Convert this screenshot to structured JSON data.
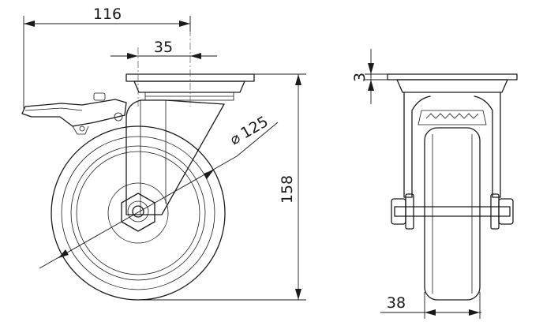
{
  "drawing": {
    "dimensions": {
      "total_width": "116",
      "offset": "35",
      "diameter": "125",
      "diameter_symbol": "⌀",
      "height": "158",
      "plate_thickness": "3",
      "wheel_width": "38"
    }
  }
}
